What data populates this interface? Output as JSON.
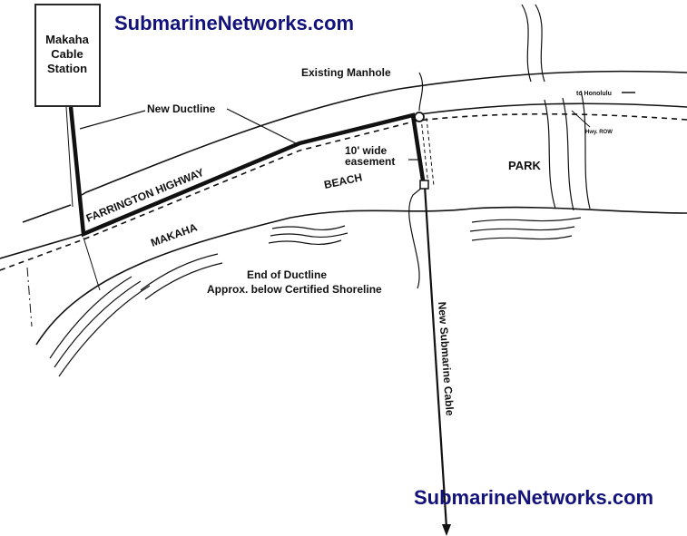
{
  "watermark": "SubmarineNetworks.com",
  "colors": {
    "watermark": "#12127a",
    "ink": "#111111"
  },
  "labels": {
    "station_line1": "Makaha",
    "station_line2": "Cable",
    "station_line3": "Station",
    "new_ductline": "New Ductline",
    "existing_manhole": "Existing Manhole",
    "to_honolulu": "to Honolulu",
    "hwy_row": "Hwy. ROW",
    "easement_line1": "10' wide",
    "easement_line2": "easement",
    "farrington_highway": "FARRINGTON HIGHWAY",
    "beach": "BEACH",
    "park": "PARK",
    "makaha": "MAKAHA",
    "end_ductline_line1": "End of Ductline",
    "end_ductline_line2": "Approx. below Certified Shoreline",
    "new_submarine_cable": "New Submarine Cable"
  }
}
